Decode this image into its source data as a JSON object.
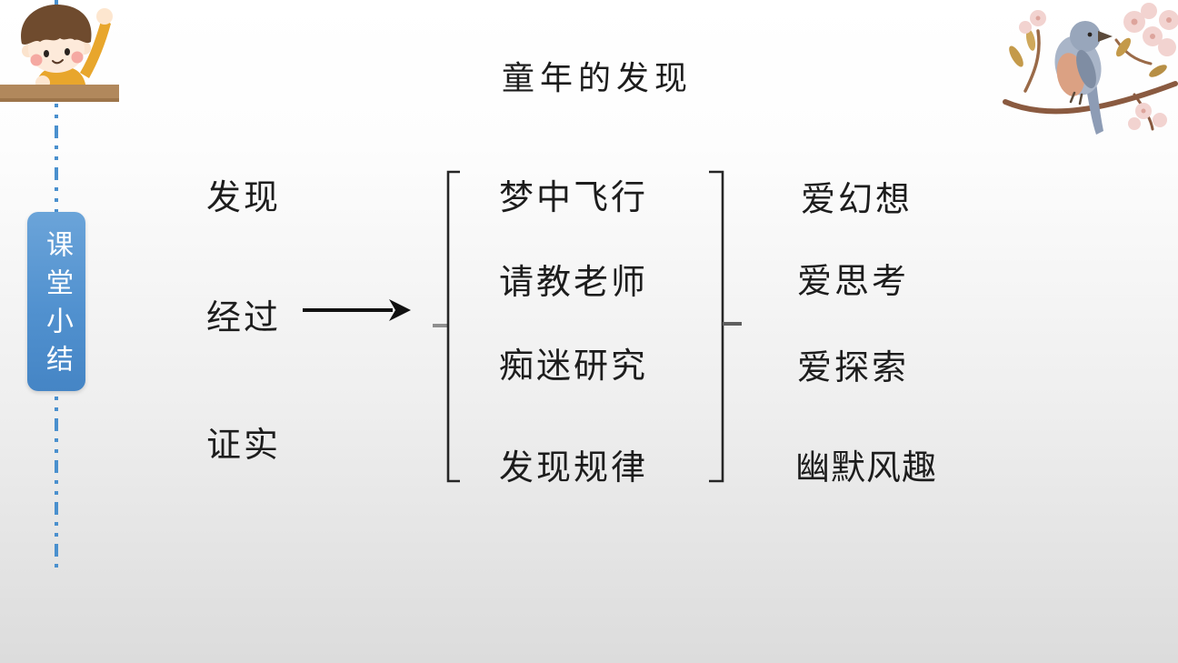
{
  "slide": {
    "title": "童年的发现",
    "badge_label": "课堂小结",
    "left_column": [
      "发现",
      "经过",
      "证实"
    ],
    "middle_column": [
      "梦中飞行",
      "请教老师",
      "痴迷研究",
      "发现规律"
    ],
    "right_column": [
      "爱幻想",
      "爱思考",
      "爱探索",
      "幽默风趣"
    ],
    "illustrations": {
      "top_left": "boy-raising-hand",
      "top_right": "bird-on-blossom-branch"
    },
    "colors": {
      "badge_blue": "#5191cf",
      "dash_blue": "#4a90ce",
      "text_dark": "#1d1d1d",
      "desk_brown": "#b1885c",
      "bg_top": "#ffffff",
      "bg_bottom": "#dcdcdc"
    }
  }
}
